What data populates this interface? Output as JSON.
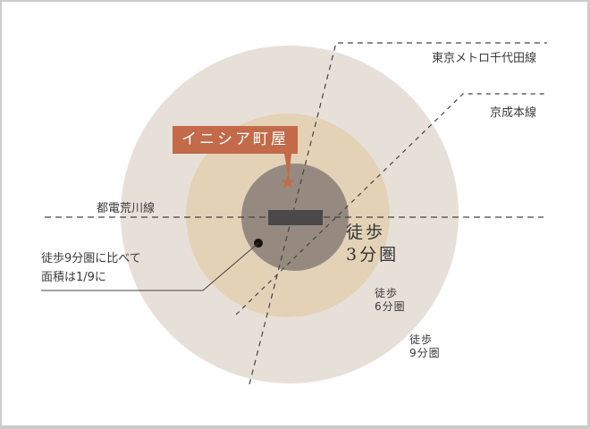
{
  "colors": {
    "outer_zone": "#e7e0d9",
    "middle_zone": "#e4d2b7",
    "inner_zone": "#968a80",
    "building": "#4a4848",
    "callout": "#c26a4a",
    "dot": "#1a1212",
    "line": "#444444"
  },
  "property": {
    "name": "イニシア町屋",
    "marker_icon": "star-icon"
  },
  "railways": [
    {
      "id": "tokyo-metro-chiyoda",
      "label": "東京メトロ千代田線"
    },
    {
      "id": "keisei-main",
      "label": "京成本線"
    },
    {
      "id": "toden-arakawa",
      "label": "都電荒川線"
    }
  ],
  "zones": {
    "walk3": {
      "line1": "徒歩",
      "line2": "3分圏"
    },
    "walk6": {
      "line1": "徒歩",
      "line2": "6分圏"
    },
    "walk9": {
      "line1": "徒歩",
      "line2": "9分圏"
    }
  },
  "annotation": {
    "line1": "徒歩9分圏に比べて",
    "line2": "面積は1/9に"
  }
}
